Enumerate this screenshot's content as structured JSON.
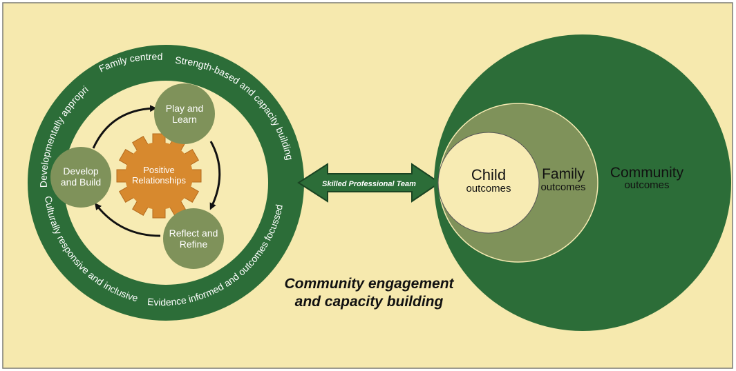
{
  "colors": {
    "background": "#f6e9ae",
    "border": "#7a7a72",
    "dark_green": "#2c6d38",
    "light_green": "#7f925a",
    "inner_cream": "#f7ebb3",
    "gear_orange": "#d7892e",
    "text_white": "#ffffff",
    "text_black": "#111111"
  },
  "left_model": {
    "ring_labels": {
      "top_left": "Developmentally appropriate",
      "top": "Family centred",
      "top_right": "Strength-based and capacity building",
      "right": "Evidence informed and outcomes focussed",
      "bottom_left": "Culturally responsive and inclusive"
    },
    "cycle": {
      "play_learn": [
        "Play and",
        "Learn"
      ],
      "reflect_refine": [
        "Reflect and",
        "Refine"
      ],
      "develop_build": [
        "Develop",
        "and Build"
      ]
    },
    "gear_label": [
      "Positive",
      "Relationships"
    ]
  },
  "connector": {
    "arrow_label": "Skilled Professional Team"
  },
  "bottom_caption": [
    "Community engagement",
    "and capacity building"
  ],
  "outcomes": {
    "child_title": "Child",
    "child_sub": "outcomes",
    "family_title": "Family",
    "family_sub": "outcomes",
    "community_title": "Community",
    "community_sub": "outcomes"
  }
}
